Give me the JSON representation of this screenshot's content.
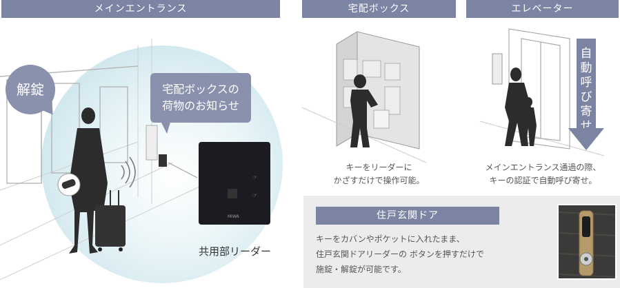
{
  "headers": {
    "entrance": "メインエントランス",
    "delivery_box": "宅配ボックス",
    "elevator": "エレベーター",
    "door": "住戸玄関ドア"
  },
  "entrance": {
    "unlock_bubble": "解錠",
    "notice_bubble_line1": "宅配ボックスの",
    "notice_bubble_line2": "荷物のお知らせ",
    "reader_caption": "共用部リーダー",
    "device_brand": "MIWA"
  },
  "delivery_box": {
    "caption_line1": "キーをリーダーに",
    "caption_line2": "かざすだけで操作可能。"
  },
  "elevator": {
    "autocall_label": "自動呼び寄せ",
    "caption_line1": "メインエントランス通過の際、",
    "caption_line2": "キーの認証で自動呼び寄せ。"
  },
  "door": {
    "line1": "キーをカバンやポケットに入れたまま、",
    "line2": "住戸玄関ドアリーダーの ボタンを押すだけで",
    "line3": "施錠・解錠が可能です。"
  },
  "colors": {
    "header_bg": "#7c84a4",
    "bubble_bg": "#8a91ac",
    "panel_bg": "#ececed"
  }
}
